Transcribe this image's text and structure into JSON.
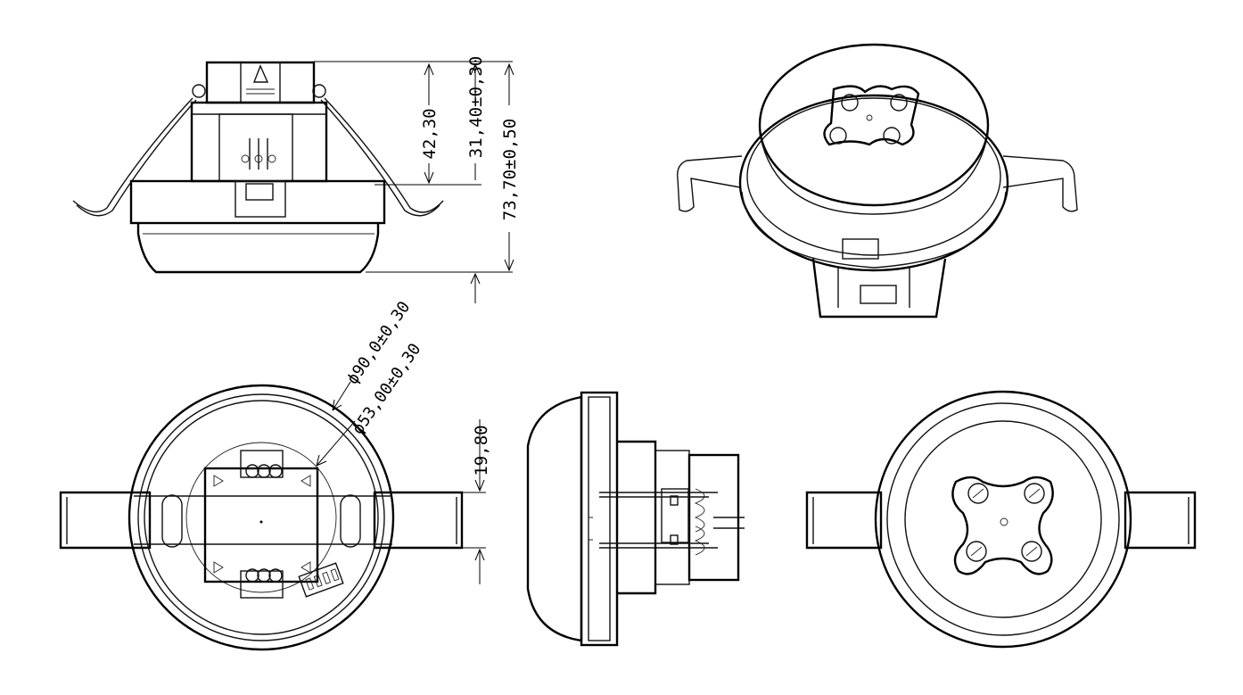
{
  "dimensions": {
    "height_sensor_top": "42,30",
    "height_body": "31,40±0,30",
    "height_total": "73,70±0,50",
    "diameter_outer": "ϕ90,0±0,30",
    "diameter_inner": "ϕ53,00±0,30",
    "bracket_gap": "19,80"
  }
}
